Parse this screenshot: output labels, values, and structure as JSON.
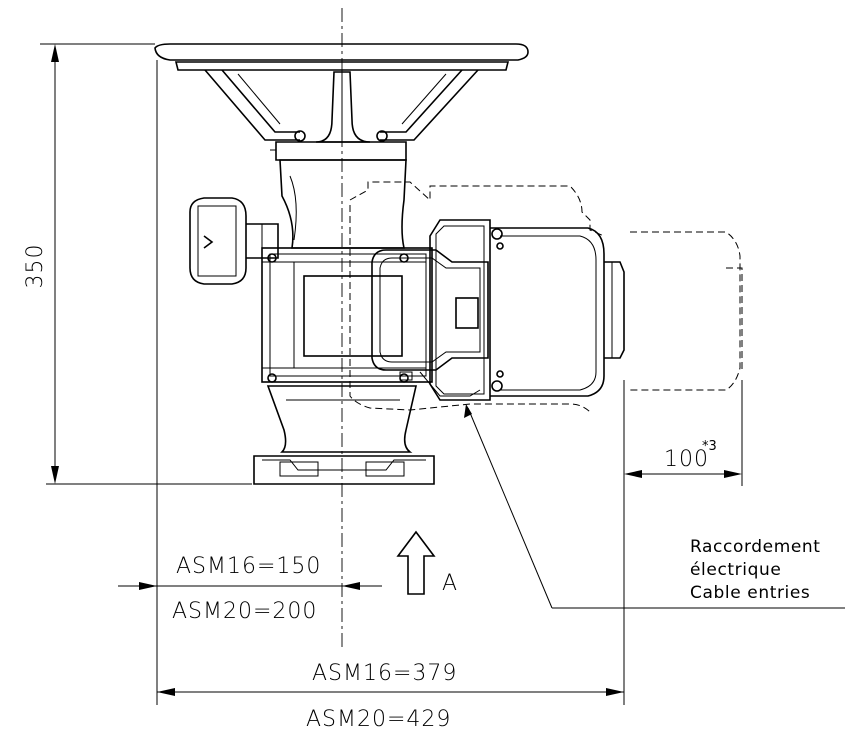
{
  "dimensions": {
    "height": "350",
    "right_offset": "100",
    "right_offset_superscript": "*3",
    "left_asm16": "ASM16=150",
    "left_asm20": "ASM20=200",
    "width_asm16": "ASM16=379",
    "width_asm20": "ASM20=429"
  },
  "view_marker": "A",
  "callout": {
    "line1": "Raccordement",
    "line2": "électrique",
    "line3": "Cable entries"
  }
}
